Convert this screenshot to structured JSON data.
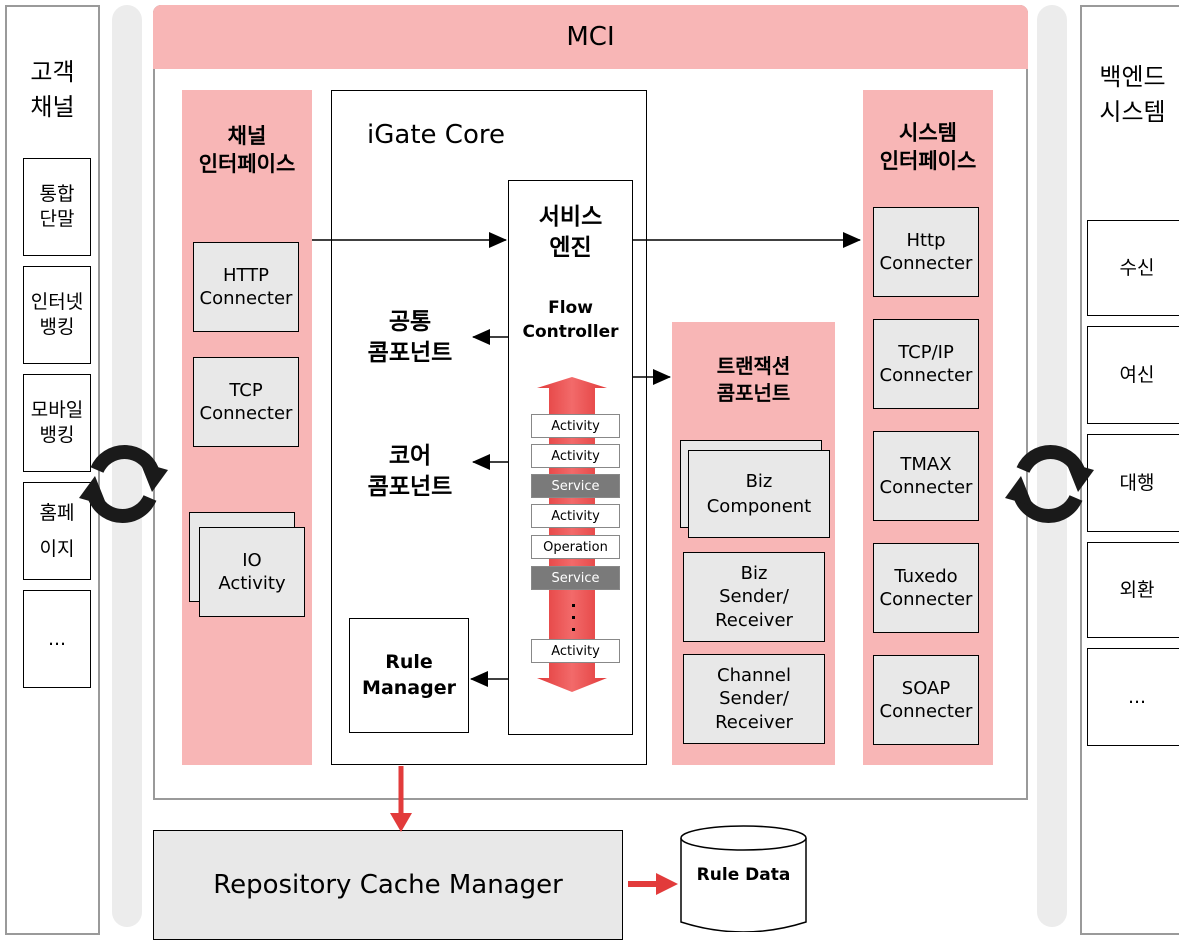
{
  "mci": {
    "title": "MCI"
  },
  "customer_channel": {
    "title": "고객\n채널",
    "items": [
      "통합\n단말",
      "인터넷\n뱅킹",
      "모바일\n뱅킹",
      "홈페\n이지",
      "..."
    ]
  },
  "backend_system": {
    "title": "백엔드\n시스템",
    "items": [
      "수신",
      "여신",
      "대행",
      "외환",
      "..."
    ]
  },
  "channel_interface": {
    "title": "채널\n인터페이스",
    "items": [
      "HTTP\nConnecter",
      "TCP\nConnecter",
      "IO\nActivity"
    ]
  },
  "igate_core": {
    "title": "iGate Core",
    "common_component": "공통\n콤포넌트",
    "core_component": "코어\n콤포넌트",
    "rule_manager": "Rule\nManager"
  },
  "service_engine": {
    "title": "서비스\n엔진",
    "flow_controller": "Flow\nController",
    "flow_items": [
      {
        "label": "Activity",
        "kind": "activity"
      },
      {
        "label": "Activity",
        "kind": "activity"
      },
      {
        "label": "Service",
        "kind": "service"
      },
      {
        "label": "Activity",
        "kind": "activity"
      },
      {
        "label": "Operation",
        "kind": "activity"
      },
      {
        "label": "Service",
        "kind": "service"
      },
      {
        "label": "Activity",
        "kind": "activity"
      }
    ]
  },
  "transaction_component": {
    "title": "트랜잭션\n콤포넌트",
    "items": [
      "Biz\nComponent",
      "Biz\nSender/\nReceiver",
      "Channel\nSender/\nReceiver"
    ]
  },
  "system_interface": {
    "title": "시스템\n인터페이스",
    "items": [
      "Http\nConnecter",
      "TCP/IP\nConnecter",
      "TMAX\nConnecter",
      "Tuxedo\nConnecter",
      "SOAP\nConnecter"
    ]
  },
  "repository": {
    "cache_manager": "Repository Cache Manager",
    "rule_data": "Rule Data"
  },
  "colors": {
    "pink": "#f8b6b6",
    "red_arrow": "#e23b3b",
    "service_gray": "#7a7a7a"
  }
}
